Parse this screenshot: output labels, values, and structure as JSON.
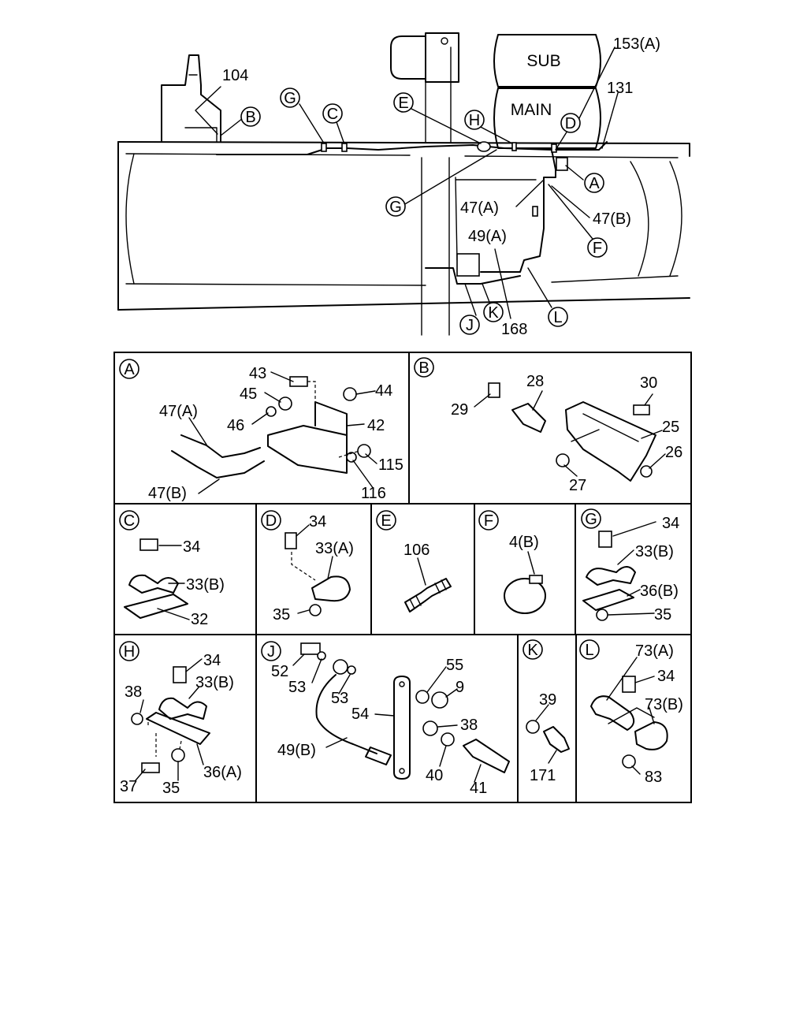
{
  "overview": {
    "tanks": {
      "sub": "SUB",
      "main": "MAIN"
    },
    "callouts": [
      "153(A)",
      "131",
      "104",
      "47(A)",
      "47(B)",
      "49(A)",
      "168"
    ],
    "letters": [
      "B",
      "G",
      "C",
      "E",
      "H",
      "D",
      "A",
      "G",
      "F",
      "L",
      "K",
      "J"
    ]
  },
  "panels": {
    "A": {
      "key": "A",
      "parts": [
        "43",
        "45",
        "44",
        "47(A)",
        "46",
        "42",
        "115",
        "116",
        "47(B)"
      ]
    },
    "B": {
      "key": "B",
      "parts": [
        "28",
        "30",
        "29",
        "25",
        "26",
        "27"
      ]
    },
    "C": {
      "key": "C",
      "parts": [
        "34",
        "33(B)",
        "32"
      ]
    },
    "D": {
      "key": "D",
      "parts": [
        "34",
        "33(A)",
        "35"
      ]
    },
    "E": {
      "key": "E",
      "parts": [
        "106"
      ]
    },
    "F": {
      "key": "F",
      "parts": [
        "4(B)"
      ]
    },
    "G": {
      "key": "G",
      "parts": [
        "34",
        "33(B)",
        "36(B)",
        "35"
      ]
    },
    "H": {
      "key": "H",
      "parts": [
        "34",
        "38",
        "33(B)",
        "37",
        "35",
        "36(A)"
      ]
    },
    "J": {
      "key": "J",
      "parts": [
        "52",
        "53",
        "53",
        "55",
        "9",
        "54",
        "38",
        "49(B)",
        "40",
        "41"
      ]
    },
    "K": {
      "key": "K",
      "parts": [
        "39",
        "171"
      ]
    },
    "L": {
      "key": "L",
      "parts": [
        "73(A)",
        "34",
        "73(B)",
        "83"
      ]
    }
  }
}
